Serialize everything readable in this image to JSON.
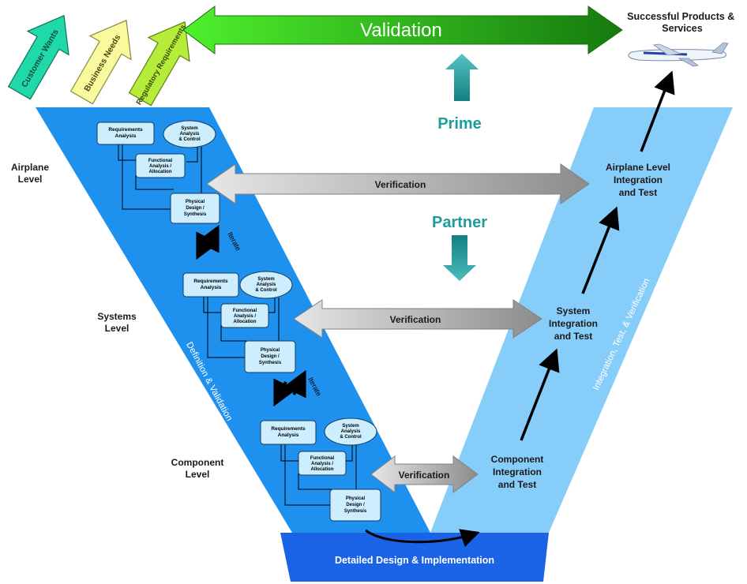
{
  "inputs": [
    "Customer Wants",
    "Business Needs",
    "Regulatory Requirements"
  ],
  "validation": "Validation",
  "outcome": "Successful Products & Services",
  "prime": "Prime",
  "partner": "Partner",
  "levels": {
    "airplane": "Airplane Level",
    "systems": "Systems Level",
    "component": "Component Level"
  },
  "left_side": "Definition & Validation",
  "right_side": "Integration, Test, & Verification",
  "bottom": "Detailed Design & Implementation",
  "verification": "Verification",
  "iterate": "Iterate",
  "process_boxes": {
    "requirements": "Requirements Analysis",
    "system_analysis": "System Analysis & Control",
    "functional": "Functional Analysis / Allocation",
    "physical": "Physical Design / Synthesis"
  },
  "integration": {
    "airplane": "Airplane Level Integration and Test",
    "system": "System Integration and Test",
    "component": "Component Integration and Test"
  },
  "colors": {
    "v_left": "#1e90ee",
    "v_right": "#87cdfa",
    "bottom_bar": "#1a63e6",
    "validation_green": "#3ac61e",
    "teal": "#1f9c9c",
    "box_fill": "#cdeefe"
  }
}
